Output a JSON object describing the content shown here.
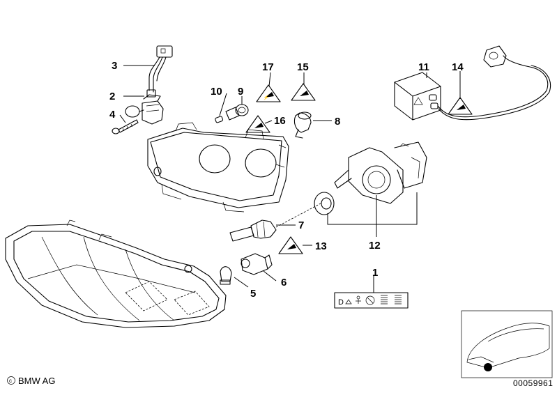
{
  "diagram": {
    "callouts": [
      {
        "id": "c1",
        "label": "1"
      },
      {
        "id": "c2",
        "label": "2"
      },
      {
        "id": "c3",
        "label": "3"
      },
      {
        "id": "c4",
        "label": "4"
      },
      {
        "id": "c5",
        "label": "5"
      },
      {
        "id": "c6",
        "label": "6"
      },
      {
        "id": "c7",
        "label": "7"
      },
      {
        "id": "c8",
        "label": "8"
      },
      {
        "id": "c9",
        "label": "9"
      },
      {
        "id": "c10",
        "label": "10"
      },
      {
        "id": "c11",
        "label": "11"
      },
      {
        "id": "c12",
        "label": "12"
      },
      {
        "id": "c13",
        "label": "13"
      },
      {
        "id": "c14",
        "label": "14"
      },
      {
        "id": "c15",
        "label": "15"
      },
      {
        "id": "c16",
        "label": "16"
      },
      {
        "id": "c17",
        "label": "17"
      }
    ],
    "copyright": "BMW AG",
    "image_number": "00059961"
  }
}
